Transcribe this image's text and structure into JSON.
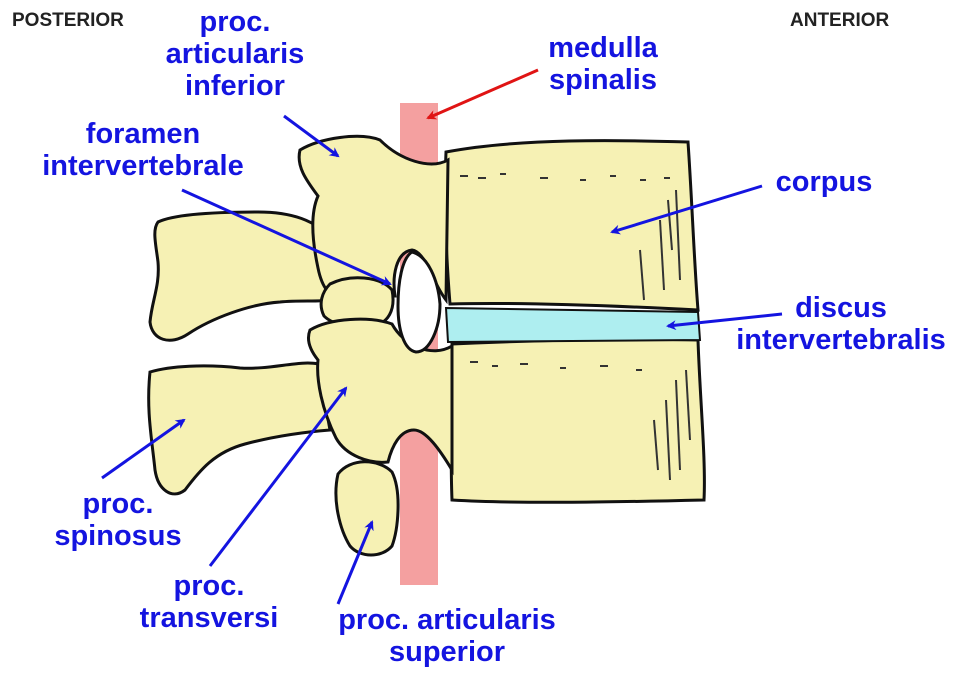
{
  "orientation": {
    "posterior": "POSTERIOR",
    "anterior": "ANTERIOR"
  },
  "labels": {
    "proc_articularis_inferior": [
      "proc.",
      "articularis",
      "inferior"
    ],
    "medulla_spinalis": [
      "medulla",
      "spinalis"
    ],
    "foramen_intervertebrale": [
      "foramen",
      "intervertebrale"
    ],
    "corpus": [
      "corpus"
    ],
    "discus_intervertebralis": [
      "discus",
      "intervertebralis"
    ],
    "proc_spinosus": [
      "proc.",
      "spinosus"
    ],
    "proc_transversi": [
      "proc.",
      "transversi"
    ],
    "proc_articularis_superior": [
      "proc. articularis",
      "superior"
    ]
  },
  "colors": {
    "bone": "#f6f1b4",
    "bone_outline": "#111111",
    "disc": "#aeeef0",
    "spinal_cord": "#f4a0a0",
    "label_text": "#1414e0",
    "arrow_blue": "#1414e0",
    "arrow_red": "#e01414",
    "orientation_text": "#222222"
  }
}
